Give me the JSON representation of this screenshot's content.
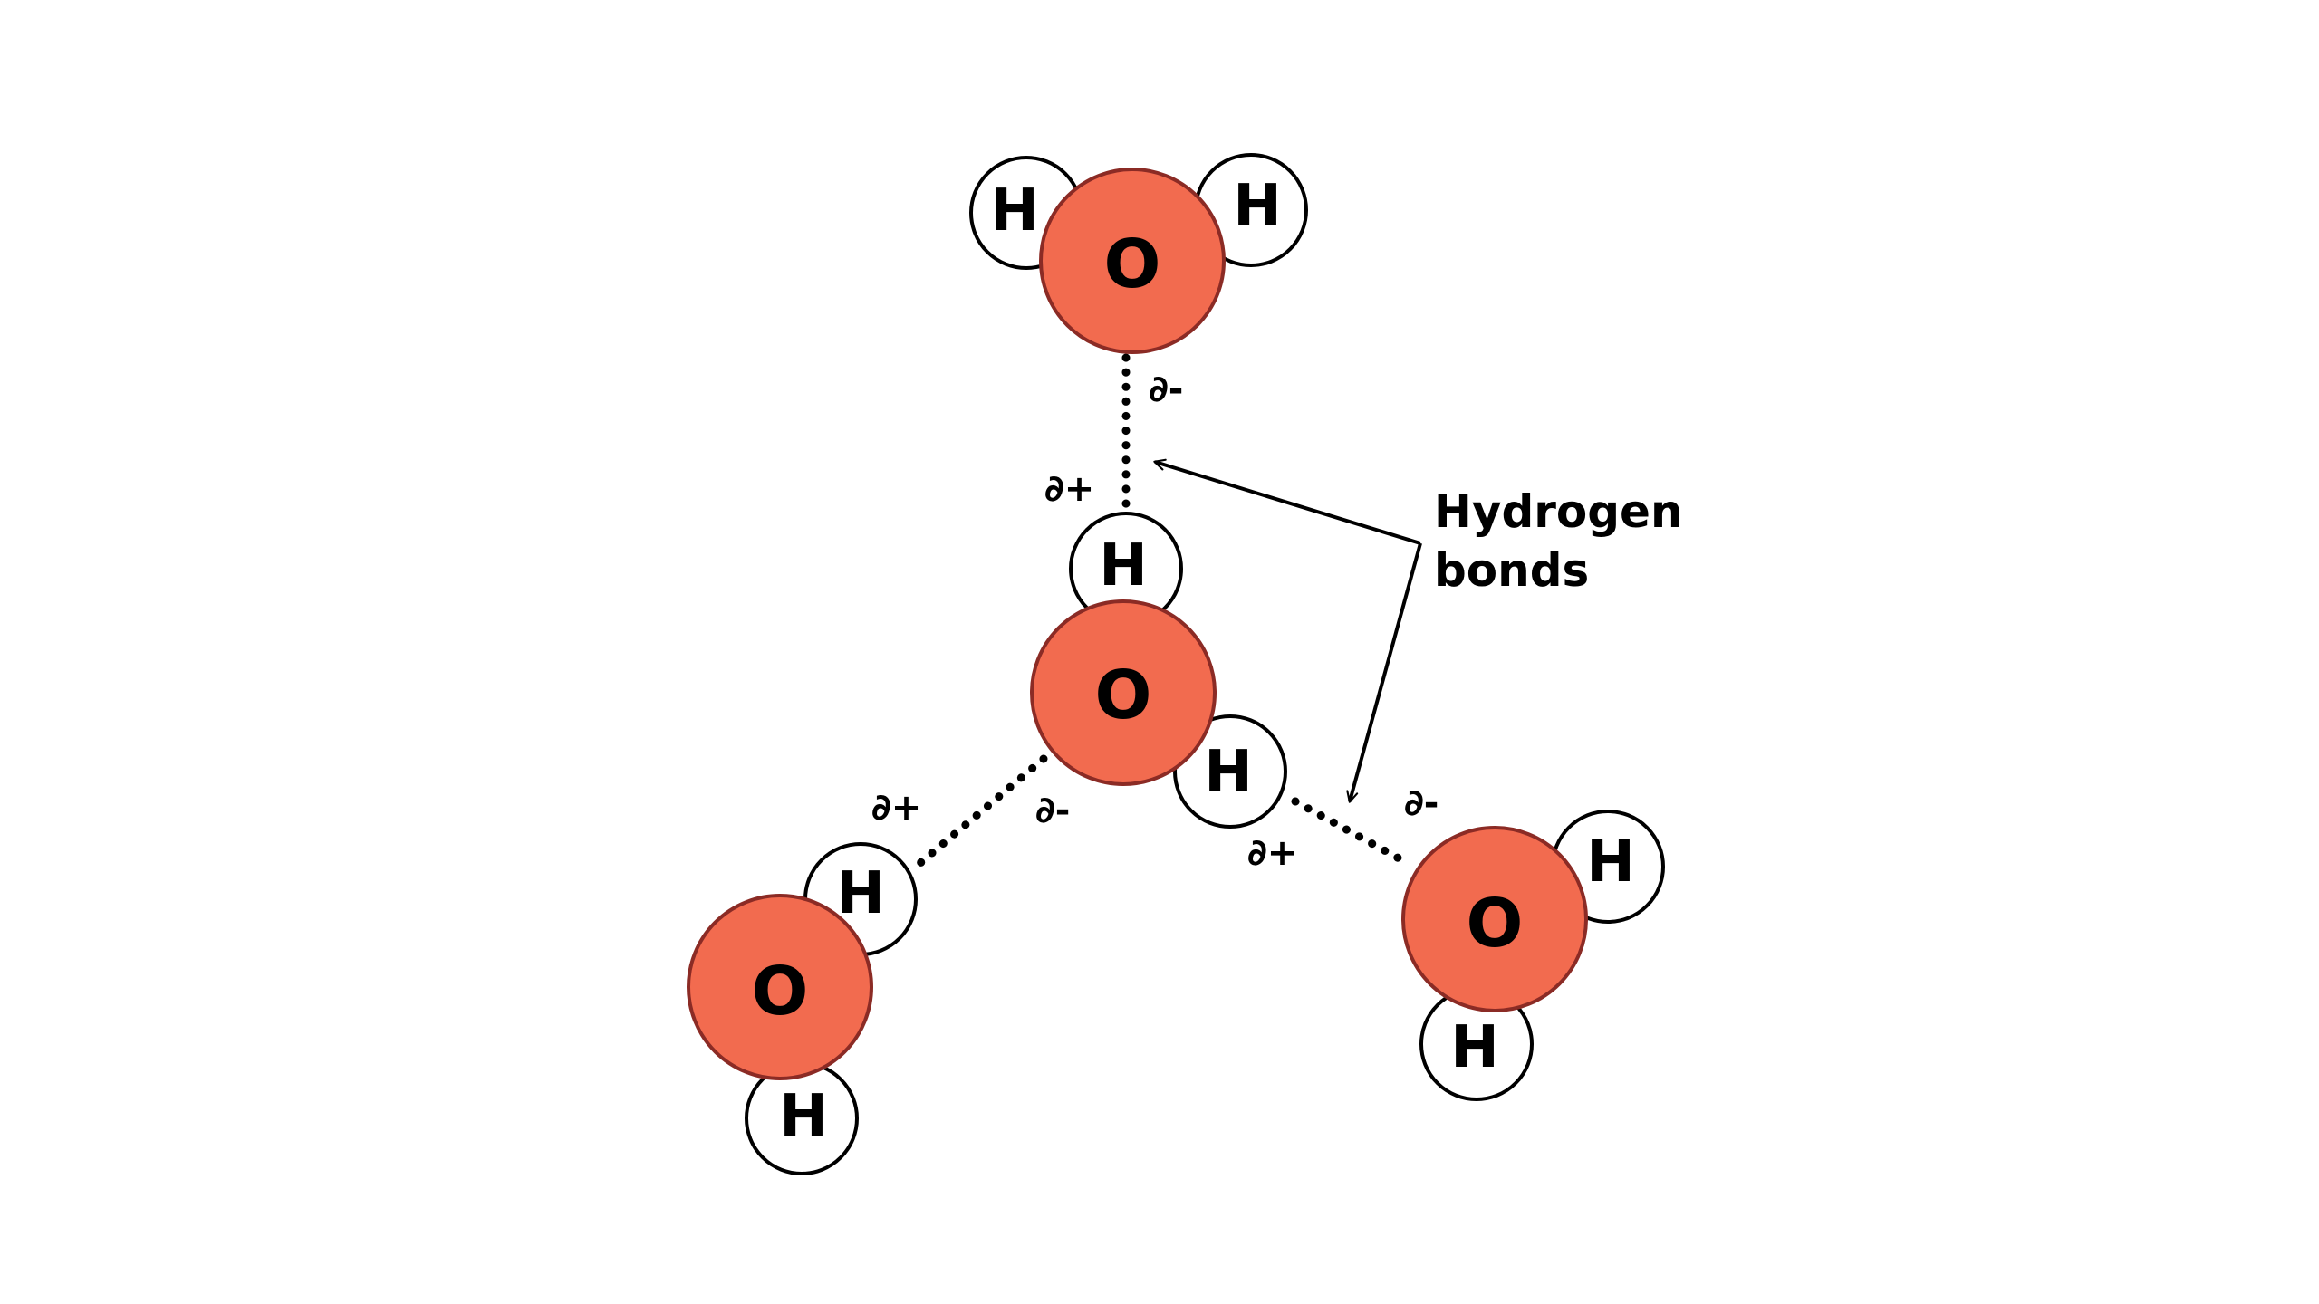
{
  "colors": {
    "background": "#ffffff",
    "oxygen_fill": "#f26b4f",
    "oxygen_stroke": "#8b2b25",
    "hydrogen_fill": "#ffffff",
    "hydrogen_stroke": "#000000",
    "ink": "#000000"
  },
  "atoms": {
    "oxygen": "O",
    "hydrogen": "H"
  },
  "charges": {
    "partial_negative": "∂-",
    "partial_positive": "∂+"
  },
  "callout": {
    "line1": "Hydrogen",
    "line2": "bonds"
  }
}
